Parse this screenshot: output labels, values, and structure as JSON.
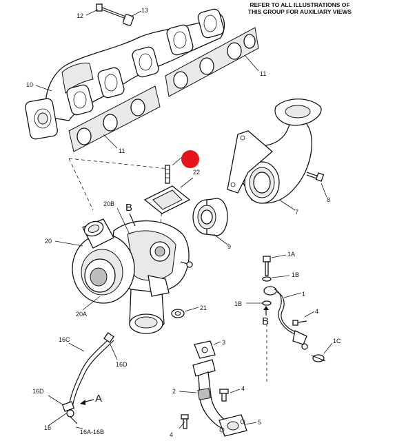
{
  "note": {
    "line1": "REFER TO ALL ILLUSTRATIONS OF",
    "line2": "THIS GROUP FOR AUXILIARY VIEWS"
  },
  "labels": {
    "p12": "12",
    "p13": "13",
    "p10": "10",
    "p11a": "11",
    "p11b": "11",
    "p22": "22",
    "p20B": "20B",
    "p20": "20",
    "p20A": "20A",
    "p8": "8",
    "p7": "7",
    "p9": "9",
    "p21": "21",
    "p1A": "1A",
    "p1B_r": "1B",
    "p1B_l": "1B",
    "p1": "1",
    "p4a": "4",
    "p1C": "1C",
    "p3": "3",
    "p4b": "4",
    "p2": "2",
    "p5": "5",
    "p4c": "4",
    "p16C": "16C",
    "p16D_r": "16D",
    "p16D_l": "16D",
    "p16": "16",
    "p16AB": "16A-16B"
  },
  "views": {
    "A": "A",
    "B_top": "B",
    "B_low": "B"
  },
  "colors": {
    "line": "#111111",
    "marker": "#e8141c",
    "background": "#ffffff"
  }
}
